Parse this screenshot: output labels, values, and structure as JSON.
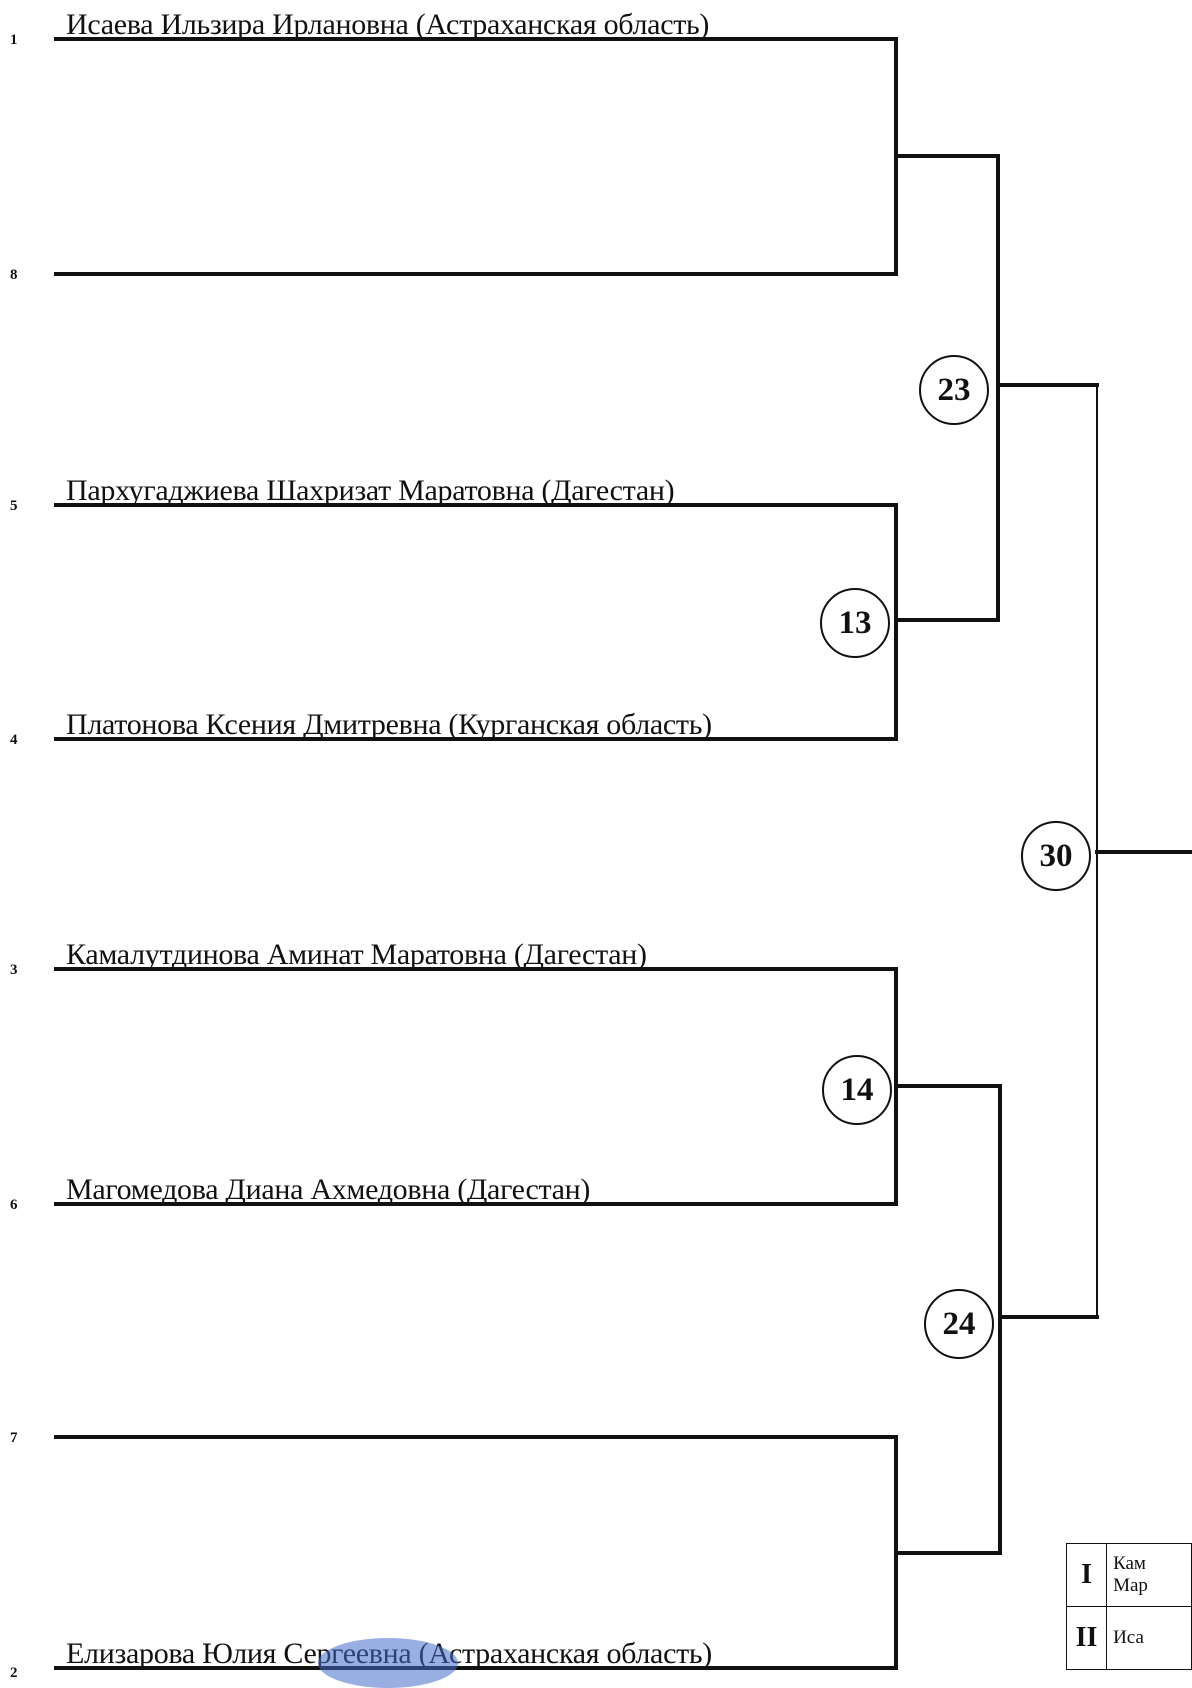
{
  "bracket": {
    "slots": [
      {
        "seed": "1",
        "name": "Исаева Ильзира Ирлановна (Астраханская область)"
      },
      {
        "seed": "8",
        "name": ""
      },
      {
        "seed": "5",
        "name": "Пархугаджиева Шахризат Маратовна (Дагестан)"
      },
      {
        "seed": "4",
        "name": "Платонова Ксения Дмитревна (Курганская область)"
      },
      {
        "seed": "3",
        "name": "Камалутдинова Аминат Маратовна (Дагестан)"
      },
      {
        "seed": "6",
        "name": "Магомедова Диана Ахмедовна (Дагестан)"
      },
      {
        "seed": "7",
        "name": ""
      },
      {
        "seed": "2",
        "name": "Елизарова Юлия Сергеевна (Астраханская область)"
      }
    ],
    "matches": [
      "23",
      "13",
      "30",
      "14",
      "24"
    ]
  },
  "results": [
    {
      "place": "I",
      "line1": "Кам",
      "line2": "Мар"
    },
    {
      "place": "II",
      "line1": "Иса",
      "line2": ""
    }
  ]
}
